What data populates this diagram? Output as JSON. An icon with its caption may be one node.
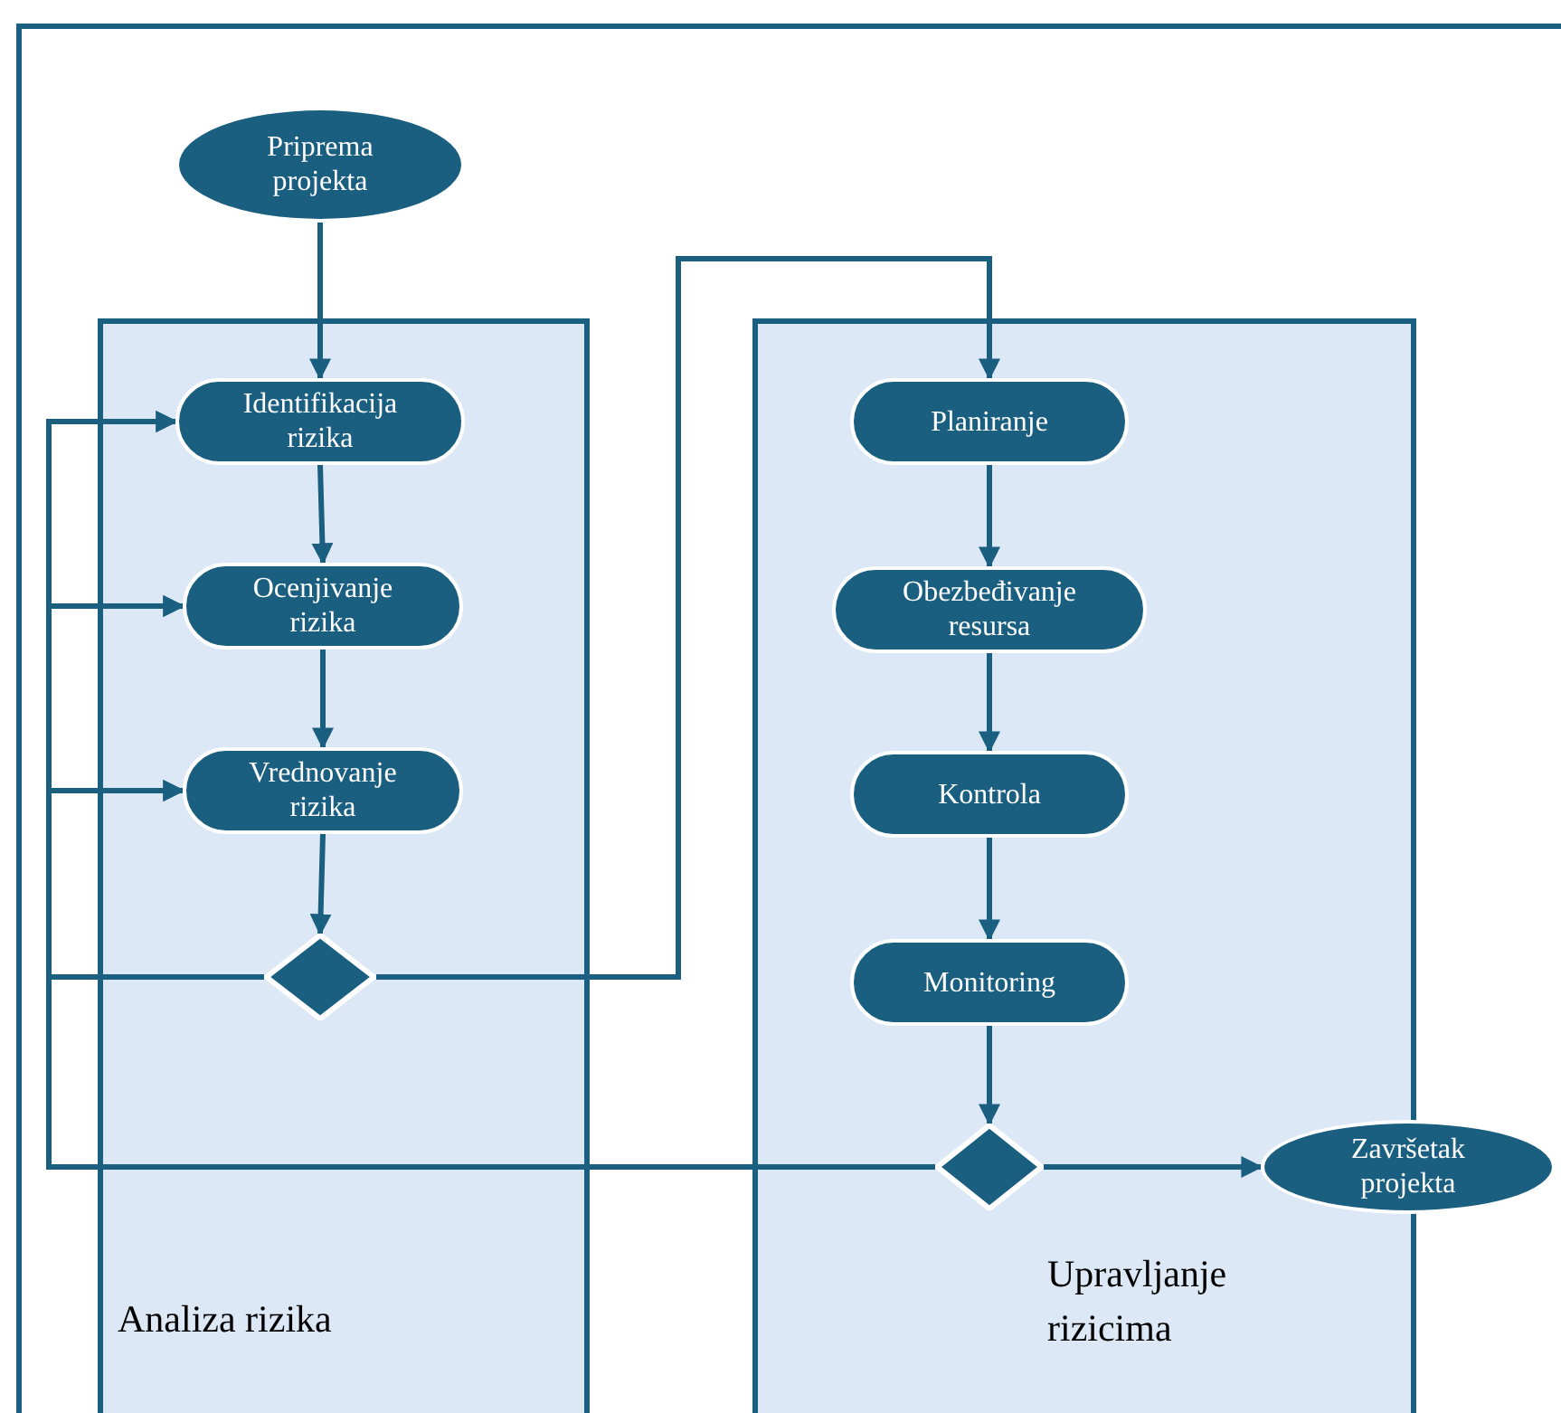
{
  "diagram": {
    "nodes": [
      {
        "text": [
          "Priprema projekta"
        ]
      },
      {
        "text": [
          "Analiza rizika"
        ]
      },
      {
        "text": [
          "Identifikacija rizika"
        ],
        "in": 1
      },
      {
        "text": [
          "Ocenjivanje rizika"
        ],
        "in": 1
      },
      {
        "text": [
          "Vrednovanje rizika"
        ],
        "in": 1
      },
      {
        "text": [],
        "shape": "diamond",
        "in": 1
      },
      {
        "text": [
          "Upravljanje rizicima"
        ]
      },
      {
        "text": [
          "Planiranje"
        ],
        "in": 6
      },
      {
        "text": [
          "Obezbeđivanje resursa"
        ],
        "in": 6
      },
      {
        "text": [
          "Kontrola"
        ],
        "in": 6
      },
      {
        "text": [
          "Monitoring"
        ],
        "in": 6
      },
      {
        "text": [],
        "shape": "diamond",
        "in": 6
      },
      {
        "text": [
          "Završetak projekta"
        ]
      }
    ],
    "edges": [
      {
        "from": 0,
        "to": 2,
        "arrow": "to"
      },
      {
        "from": 2,
        "to": 3,
        "arrow": "to"
      },
      {
        "from": 3,
        "to": 4,
        "arrow": "to"
      },
      {
        "from": 4,
        "to": 5,
        "arrow": "to"
      },
      {
        "from": 5,
        "to": 7,
        "arrow": "to"
      },
      {
        "from": 5,
        "to": 2,
        "arrow": "to"
      },
      {
        "from": 5,
        "to": 3,
        "arrow": "to"
      },
      {
        "from": 5,
        "to": 4,
        "arrow": "to"
      },
      {
        "from": 7,
        "to": 8,
        "arrow": "to"
      },
      {
        "from": 8,
        "to": 9,
        "arrow": "to"
      },
      {
        "from": 9,
        "to": 10,
        "arrow": "to"
      },
      {
        "from": 10,
        "to": 11,
        "arrow": "to"
      },
      {
        "from": 11,
        "to": 12,
        "arrow": "to"
      },
      {
        "from": 11,
        "to": 2,
        "arrow": "to"
      },
      {
        "from": 11,
        "to": 3,
        "arrow": "to"
      },
      {
        "from": 11,
        "to": 4,
        "arrow": "to"
      }
    ]
  }
}
